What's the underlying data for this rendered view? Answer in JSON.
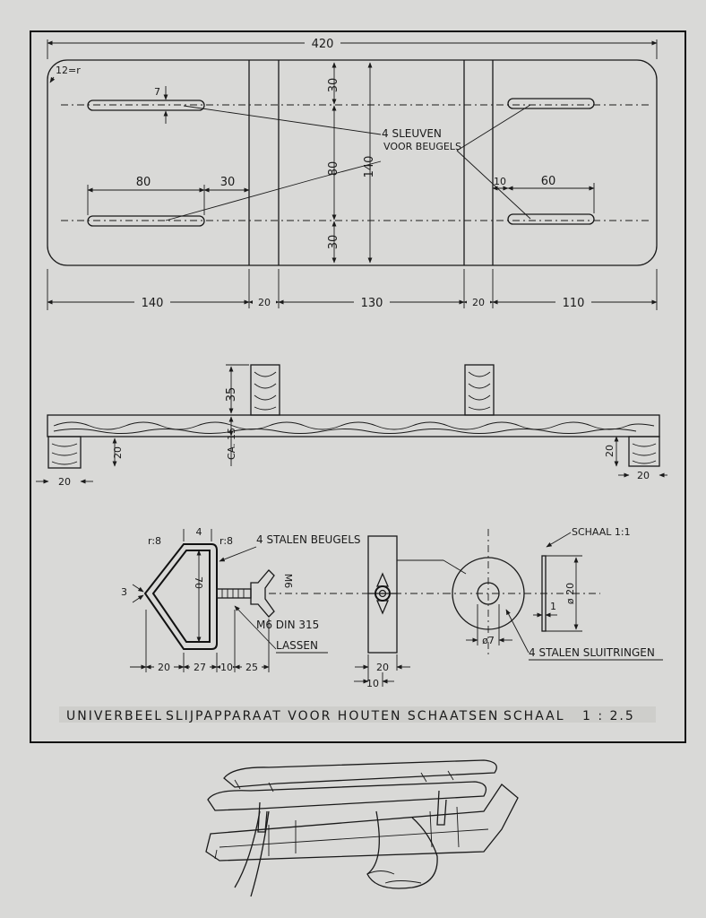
{
  "colors": {
    "paper": "#d9d9d7",
    "ink": "#1a1a1a",
    "wood": "#8a8a88"
  },
  "top_view": {
    "overall_length": "420",
    "corner_radius": "12=r",
    "slot_width": "7",
    "dim_30_top": "30",
    "dim_80_mid": "80",
    "dim_30_bottom": "30",
    "total_width": "140",
    "slot_length_left": "80",
    "slot_gap_left": "30",
    "slot_gap_right": "10",
    "slot_length_right": "60",
    "slot_note_line1": "4 SLEUVEN",
    "slot_note_line2": "VOOR BEUGELS",
    "bottom_dims": [
      "140",
      "20",
      "130",
      "20",
      "110"
    ]
  },
  "side_view": {
    "upright_height": "35",
    "plank_thickness": "CA. 15",
    "foot_height_left": "20",
    "foot_width_left": "20",
    "foot_height_right": "20",
    "foot_width_right": "20"
  },
  "details": {
    "radius_left": "r:8",
    "radius_right": "r:8",
    "top_width": "4",
    "height_70": "70",
    "tip_3": "3",
    "bracket_note": "4 STALEN BEUGELS",
    "bolt_size": "M6",
    "bolt_spec": "M6 DIN 315",
    "weld_note": "LASSEN",
    "bottom_dims": [
      "20",
      "27",
      "10",
      "25"
    ],
    "block_width": "20",
    "block_depth": "10",
    "scale_note": "SCHAAL 1:1",
    "washer_inner": "ø7",
    "washer_outer": "ø 20",
    "washer_thickness": "1",
    "washer_note": "4 STALEN SLUITRINGEN"
  },
  "title_block": {
    "part": "UNIVERBEEL",
    "title": "SLIJPAPPARAAT VOOR HOUTEN SCHAATSEN",
    "scale_label": "SCHAAL",
    "scale_value": "1 : 2.5"
  }
}
